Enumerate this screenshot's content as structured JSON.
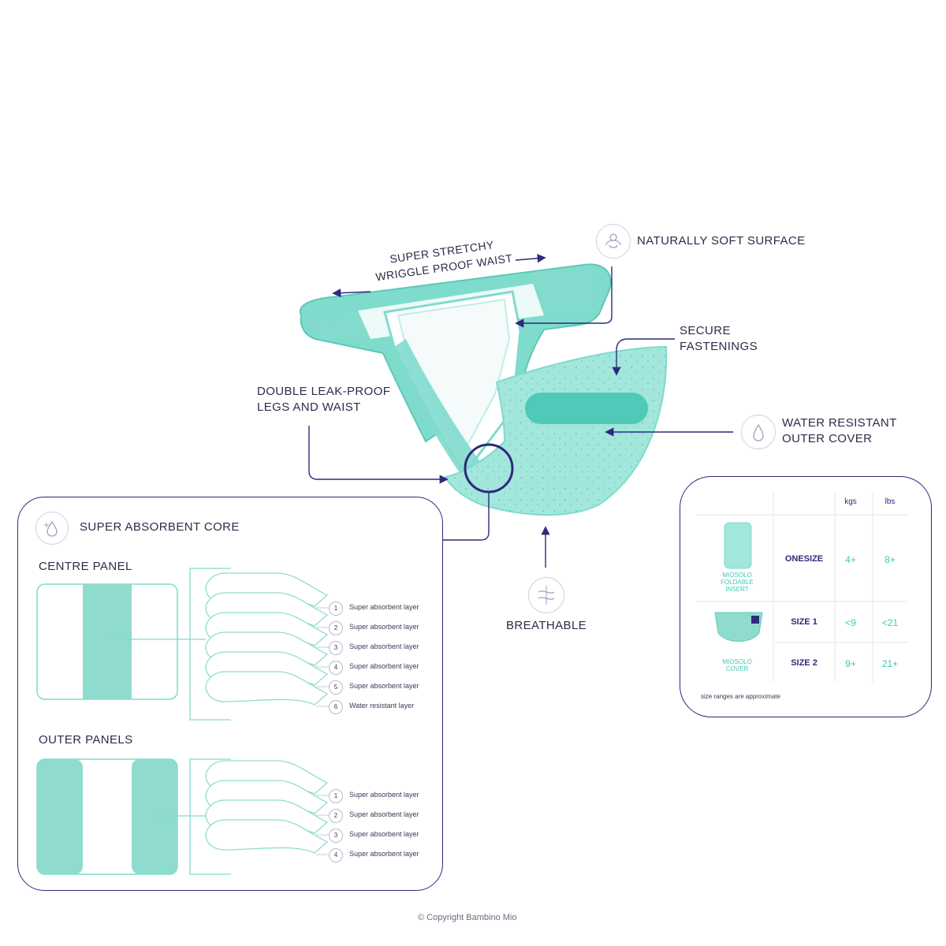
{
  "colors": {
    "accent": "#7fdccd",
    "accent_dark": "#3fc8b6",
    "navy": "#2d2a7a",
    "text": "#2c2c4a"
  },
  "labels": {
    "waist_line1": "SUPER STRETCHY",
    "waist_line2": "WRIGGLE PROOF WAIST",
    "soft_surface": "NATURALLY SOFT SURFACE",
    "fastenings_line1": "SECURE",
    "fastenings_line2": "FASTENINGS",
    "leak_line1": "DOUBLE LEAK-PROOF",
    "leak_line2": "LEGS AND WAIST",
    "water_line1": "WATER RESISTANT",
    "water_line2": "OUTER COVER",
    "breathable": "BREATHABLE"
  },
  "core_panel": {
    "title": "SUPER ABSORBENT CORE",
    "centre_title": "CENTRE PANEL",
    "outer_title": "OUTER PANELS",
    "centre_layers": [
      {
        "num": "1",
        "text": "Super absorbent layer"
      },
      {
        "num": "2",
        "text": "Super absorbent layer"
      },
      {
        "num": "3",
        "text": "Super absorbent layer"
      },
      {
        "num": "4",
        "text": "Super absorbent layer"
      },
      {
        "num": "5",
        "text": "Super absorbent layer"
      },
      {
        "num": "6",
        "text": "Water resistant layer"
      }
    ],
    "outer_layers": [
      {
        "num": "1",
        "text": "Super absorbent layer"
      },
      {
        "num": "2",
        "text": "Super absorbent layer"
      },
      {
        "num": "3",
        "text": "Super absorbent layer"
      },
      {
        "num": "4",
        "text": "Super absorbent layer"
      }
    ]
  },
  "size_table": {
    "col_kgs": "kgs",
    "col_lbs": "lbs",
    "insert_caption_1": "MIOSOLO",
    "insert_caption_2": "FOLDABLE",
    "insert_caption_3": "INSERT",
    "cover_caption_1": "MIOSOLO",
    "cover_caption_2": "COVER",
    "rows": [
      {
        "size": "ONESIZE",
        "kgs": "4+",
        "lbs": "8+"
      },
      {
        "size": "SIZE 1",
        "kgs": "<9",
        "lbs": "<21"
      },
      {
        "size": "SIZE 2",
        "kgs": "9+",
        "lbs": "21+"
      }
    ],
    "note": "size ranges are approximate"
  },
  "copyright": "© Copyright Bambino Mio"
}
